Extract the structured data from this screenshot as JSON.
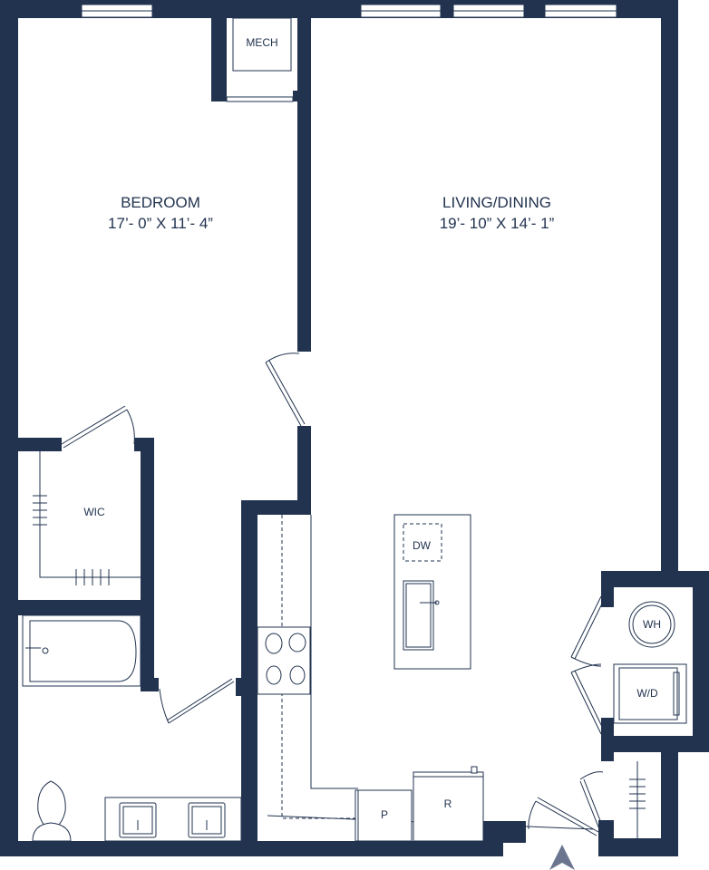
{
  "rooms": {
    "bedroom": {
      "name": "BEDROOM",
      "dims": "17’- 0” X 11’- 4”"
    },
    "living": {
      "name": "LIVING/DINING",
      "dims": "19’- 10” X 14’- 1”"
    }
  },
  "fixtures": {
    "mech": "MECH",
    "wic": "WIC",
    "dw": "DW",
    "wh": "WH",
    "wd": "W/D",
    "pantry": "P",
    "fridge": "R"
  },
  "colors": {
    "wall": "#22334f"
  },
  "icons": {
    "north": "north-arrow-icon"
  }
}
